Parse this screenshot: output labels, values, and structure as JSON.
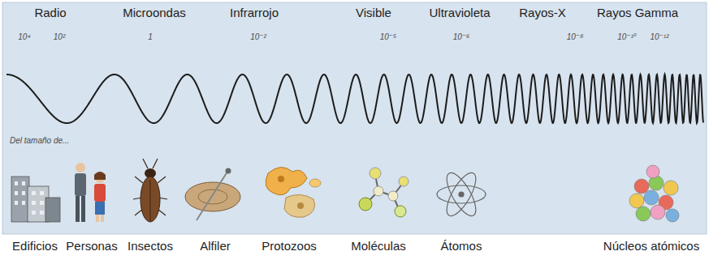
{
  "diagram": {
    "labels": [
      "Radio",
      "Microondas",
      "Infrarrojo",
      "Visible",
      "Ultravioleta",
      "Rayos-X",
      "Rayos Gamma",
      "10⁴",
      "10²",
      "1",
      "10⁻²",
      "10⁻⁵",
      "10⁻⁶",
      "10⁻⁸",
      "10⁻¹⁰",
      "10⁻¹²",
      "Del tamaño de...",
      "Edificios",
      "Personas",
      "Insectos",
      "Alfiler",
      "Protozoos",
      "Moléculas",
      "Átomos",
      "Núcleos atómicos"
    ]
  }
}
